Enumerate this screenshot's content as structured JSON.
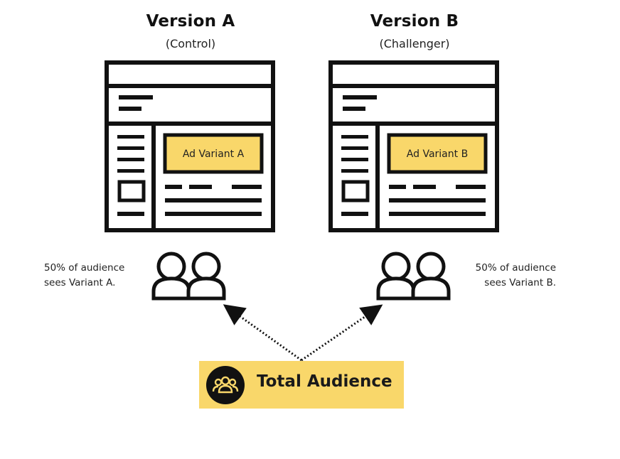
{
  "version_a": {
    "title": "Version A",
    "subtitle": "(Control)",
    "ad_label": "Ad Variant A",
    "caption_line1": "50% of audience",
    "caption_line2": "sees Variant A."
  },
  "version_b": {
    "title": "Version B",
    "subtitle": "(Challenger)",
    "ad_label": "Ad Variant B",
    "caption_line1": "50% of audience",
    "caption_line2": "sees Variant B."
  },
  "total": {
    "label": "Total Audience",
    "icon": "group-icon"
  },
  "colors": {
    "accent": "#f9d76a",
    "ink": "#111111"
  },
  "icons": [
    "audience-icon",
    "group-icon",
    "dotted-arrow"
  ]
}
